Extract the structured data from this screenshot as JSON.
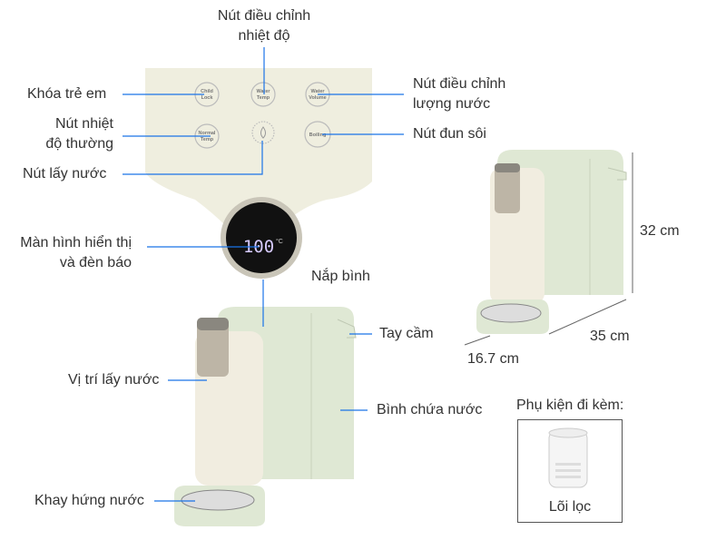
{
  "labels": {
    "temp_adjust": [
      "Nút điều chỉnh",
      "nhiệt độ"
    ],
    "child_lock": "Khóa trẻ em",
    "normal_temp": [
      "Nút nhiệt",
      "độ thường"
    ],
    "dispense_button": "Nút lấy nước",
    "volume_adjust": [
      "Nút điều chỉnh",
      "lượng nước"
    ],
    "boil_button": "Nút đun sôi",
    "display": [
      "Màn hình hiển thị",
      "và đèn báo"
    ],
    "lid": "Nắp bình",
    "handle": "Tay cầm",
    "outlet": "Vị trí lấy nước",
    "tank": "Bình chứa nước",
    "drip_tray": "Khay hứng nước"
  },
  "buttons": {
    "child_lock": [
      "Child",
      "Lock"
    ],
    "water_temp": [
      "Water",
      "Temp"
    ],
    "water_volume": [
      "Water",
      "Volume"
    ],
    "normal_temp": [
      "Normal",
      "Temp"
    ],
    "boiling": "Boiling"
  },
  "display_readout": "100",
  "display_unit": "°C",
  "dimensions": {
    "height": "32 cm",
    "length": "35 cm",
    "width": "16.7 cm"
  },
  "accessories": {
    "title": "Phụ kiện đi kèm:",
    "item": "Lõi lọc"
  },
  "colors": {
    "leader_line": "#1a73e8",
    "panel": "#efeedf",
    "body": "#dfe8d4",
    "front": "#f1ede0"
  }
}
